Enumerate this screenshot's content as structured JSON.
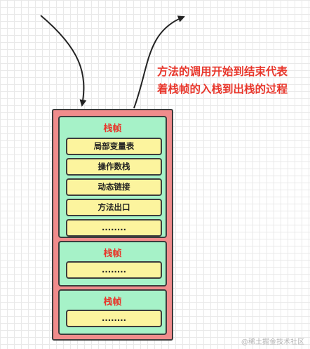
{
  "caption": {
    "line1": "方法的调用开始到结束代表",
    "line2": "着栈帧的入栈到出栈的过程"
  },
  "stack": {
    "frames": [
      {
        "title": "栈帧",
        "slots": [
          "局部变量表",
          "操作数栈",
          "动态链接",
          "方法出口",
          "........"
        ]
      },
      {
        "title": "栈帧",
        "slots": [
          "........"
        ]
      },
      {
        "title": "栈帧",
        "slots": [
          "........"
        ]
      }
    ]
  },
  "watermark": "@稀土掘金技术社区"
}
